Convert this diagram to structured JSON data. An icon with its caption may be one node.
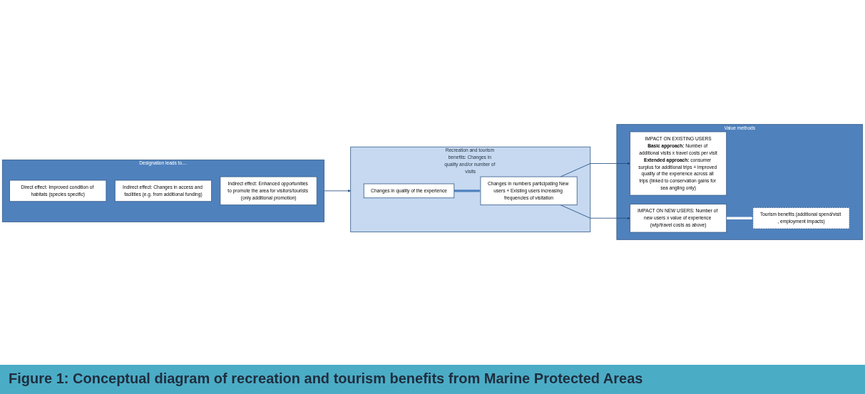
{
  "diagram": {
    "caption": "Figure 1: Conceptual diagram of recreation and tourism benefits from Marine Protected Areas",
    "nodes": [
      {
        "text": [
          "Designation leads to...."
        ]
      },
      {
        "text": [
          "Direct effect: Improved condition of habitats (species specific)"
        ],
        "in": 0
      },
      {
        "text": [
          "Indirect effect: Changes in access and facilities (e.g. from additional funding)"
        ],
        "in": 0
      },
      {
        "text": [
          "Indirect effect: Enhanced opportunities to promote the area for visitors/tourists (only additional promotion)"
        ],
        "in": 0
      },
      {
        "text": [
          "Recreation and tourism benefits: Changes in quality and/or number of visits"
        ]
      },
      {
        "text": [
          "Changes in quality of the experience"
        ],
        "in": 4
      },
      {
        "text": [
          "Changes in numbers participating New users + Existing users increasing frequencies of visitation"
        ],
        "in": 4
      },
      {
        "text": [
          "Value methods"
        ]
      },
      {
        "text": [
          "IMPACT ON EXISTING USERS",
          "**Basic approach:** Number of additional visits x travel costs per visit",
          "**Extended approach:** consumer surplus for additional trips + improved quality of the experience across all trips (linked to conservation gains for sea angling only)"
        ],
        "in": 7
      },
      {
        "text": [
          "IMPACT ON NEW USERS: Number of new users x value of experience (wtp/travel costs as above)"
        ],
        "in": 7
      },
      {
        "text": [
          "Tourism benefits (additional spend/visit , employment impacts)"
        ],
        "in": 7
      }
    ],
    "edges": [
      {
        "from": 0,
        "to": 4,
        "arrow": "to"
      },
      {
        "from": 5,
        "to": 6,
        "arrow": "to",
        "style": "thick",
        "color": "#4f81bd"
      },
      {
        "from": 6,
        "to": 8,
        "arrow": "to"
      },
      {
        "from": 6,
        "to": 9,
        "arrow": "to"
      },
      {
        "from": 9,
        "to": 10,
        "arrow": "to",
        "style": "thick",
        "color": "#ffffff"
      }
    ]
  }
}
